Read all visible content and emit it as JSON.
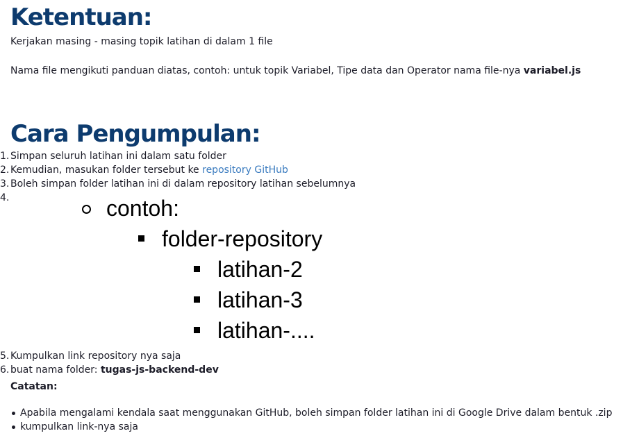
{
  "ketentuan": {
    "heading": "Ketentuan:",
    "paragraph1": "Kerjakan masing - masing topik latihan di dalam 1 file",
    "paragraph2_prefix": "Nama file mengikuti panduan diatas, contoh: untuk topik Variabel, Tipe data dan Operator nama file-nya ",
    "paragraph2_bold": "variabel.js"
  },
  "cara": {
    "heading": "Cara Pengumpulan:",
    "items": [
      {
        "num": "1.",
        "text": "Simpan seluruh latihan ini dalam satu folder"
      },
      {
        "num": "2.",
        "text": "Kemudian, masukan folder tersebut ke ",
        "link": "repository GitHub"
      },
      {
        "num": "3.",
        "text": "Boleh simpan folder latihan ini di dalam repository latihan sebelumnya"
      },
      {
        "num": "4.",
        "text": ""
      },
      {
        "num": "5.",
        "text": "Kumpulkan link repository nya saja"
      },
      {
        "num": "6.",
        "text": "buat nama folder: ",
        "bold": "tugas-js-backend-dev"
      }
    ],
    "nested": {
      "level1": "contoh:",
      "level2": "folder-repository",
      "level3": [
        "latihan-2",
        "latihan-3",
        "latihan-...."
      ]
    }
  },
  "catatan": {
    "label": "Catatan:",
    "notes": [
      "Apabila mengalami kendala saat menggunakan GitHub, boleh simpan folder latihan ini di Google Drive dalam bentuk .zip",
      "kumpulkan link-nya saja"
    ]
  }
}
